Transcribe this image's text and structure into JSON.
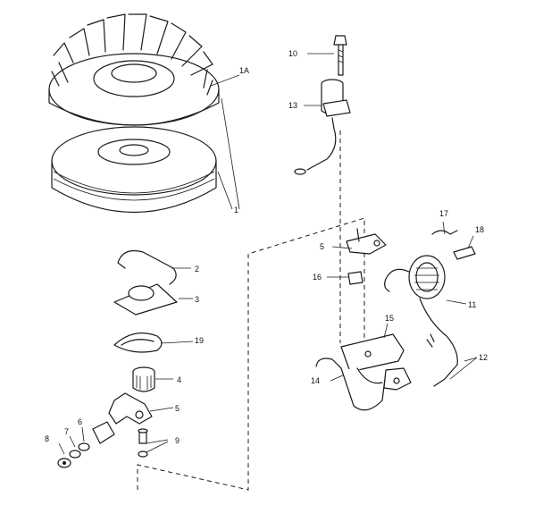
{
  "labels": {
    "flywheel_assembly": "1",
    "fan": "1A",
    "spring_clip": "2",
    "plate": "3",
    "retainer_ring": "19",
    "collar": "4",
    "lever": "5",
    "point_lever": "5",
    "washer_9": "9",
    "washer_8": "8",
    "lockwasher_7": "7",
    "nut_6": "6",
    "screw_10": "10",
    "condenser_13": "13",
    "terminal_16": "16",
    "points_15": "15",
    "bracket_14": "14",
    "coil_11": "11",
    "lead_12": "12",
    "clip_17": "17",
    "shield_18": "18"
  }
}
